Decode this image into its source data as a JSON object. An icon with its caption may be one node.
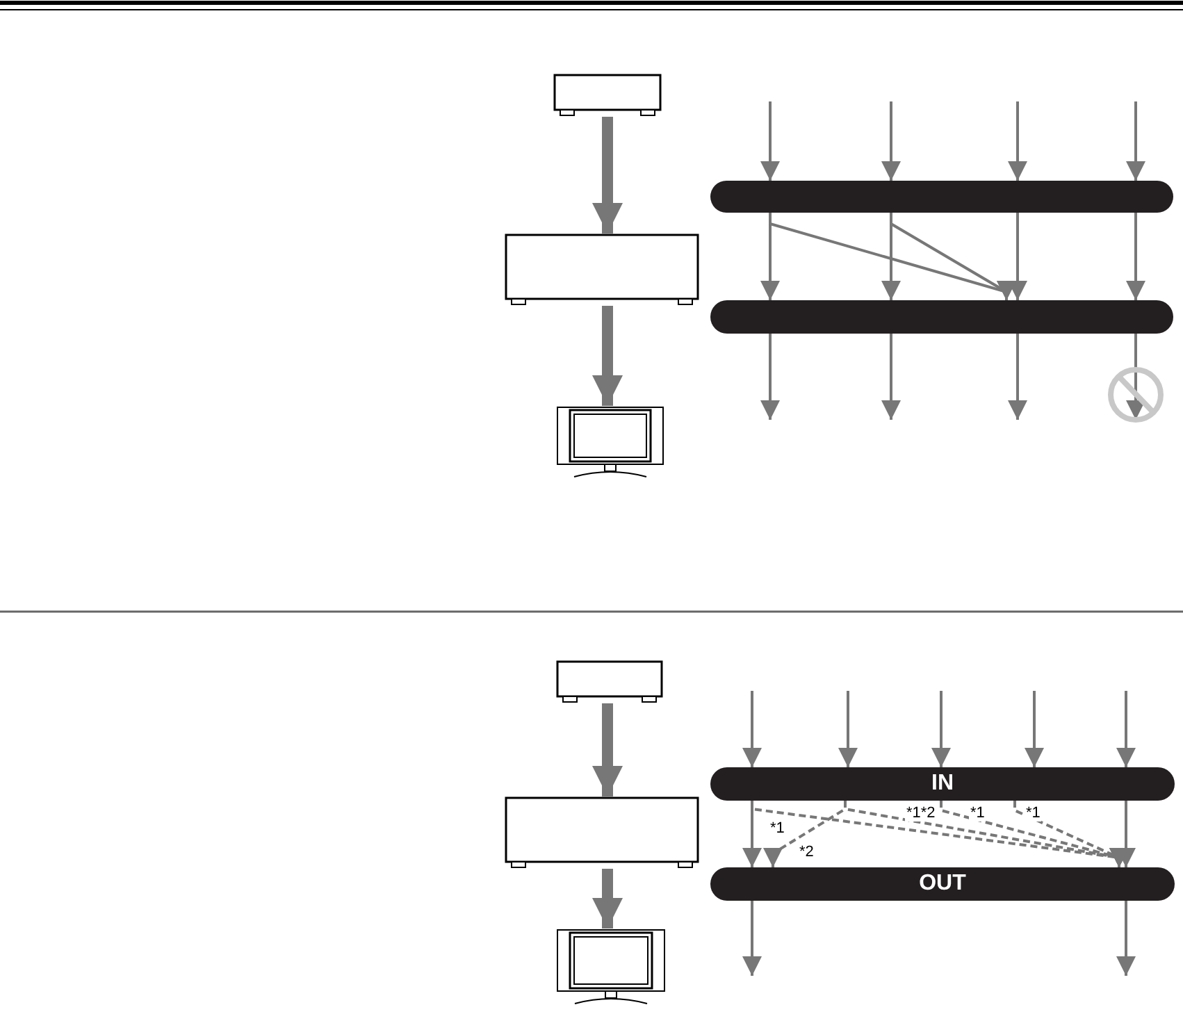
{
  "diagram": {
    "nodes": [
      {
        "text": [],
        "shape": "box"
      },
      {
        "text": [],
        "shape": "box"
      },
      {
        "text": [],
        "shape": "screen"
      },
      {
        "text": [],
        "shape": "bar"
      },
      {
        "text": [],
        "shape": "bar"
      },
      {
        "text": [],
        "shape": "box"
      },
      {
        "text": [],
        "shape": "box"
      },
      {
        "text": [],
        "shape": "screen"
      },
      {
        "text": [
          "IN"
        ]
      },
      {
        "text": [
          "OUT"
        ]
      }
    ],
    "edges": [
      {
        "from": 0,
        "to": 1,
        "arrow": "to",
        "style": "thick"
      },
      {
        "from": 1,
        "to": 2,
        "arrow": "to",
        "style": "thick"
      },
      {
        "from": null,
        "to": 3,
        "arrow": "to"
      },
      {
        "from": null,
        "to": 3,
        "arrow": "to"
      },
      {
        "from": null,
        "to": 3,
        "arrow": "to"
      },
      {
        "from": null,
        "to": 3,
        "arrow": "to"
      },
      {
        "from": 3,
        "to": 4,
        "arrow": "to"
      },
      {
        "from": 3,
        "to": 4,
        "arrow": "to"
      },
      {
        "from": 3,
        "to": 4,
        "arrow": "to"
      },
      {
        "from": 3,
        "to": 4,
        "arrow": "to"
      },
      {
        "from": 3,
        "to": 4,
        "arrow": "to"
      },
      {
        "from": 3,
        "to": 4,
        "arrow": "to"
      },
      {
        "from": 4,
        "to": null,
        "arrow": "to"
      },
      {
        "from": 4,
        "to": null,
        "arrow": "to"
      },
      {
        "from": 4,
        "to": null,
        "arrow": "to"
      },
      {
        "from": 4,
        "to": null,
        "arrow": "to"
      },
      {
        "from": 5,
        "to": 6,
        "arrow": "to",
        "style": "thick"
      },
      {
        "from": 6,
        "to": 7,
        "arrow": "to",
        "style": "thick"
      },
      {
        "from": null,
        "to": 8,
        "arrow": "to"
      },
      {
        "from": null,
        "to": 8,
        "arrow": "to"
      },
      {
        "from": null,
        "to": 8,
        "arrow": "to"
      },
      {
        "from": null,
        "to": 8,
        "arrow": "to"
      },
      {
        "from": null,
        "to": 8,
        "arrow": "to"
      },
      {
        "from": 8,
        "to": 9,
        "arrow": "to"
      },
      {
        "from": 8,
        "to": 9,
        "arrow": "to"
      },
      {
        "from": 8,
        "to": 9,
        "arrow": "to",
        "style": "dashed",
        "label": "*1"
      },
      {
        "from": 8,
        "to": 9,
        "arrow": "to",
        "style": "dashed",
        "label": "*2"
      },
      {
        "from": 8,
        "to": 9,
        "arrow": "to",
        "style": "dashed",
        "label": "*1*2"
      },
      {
        "from": 8,
        "to": 9,
        "arrow": "to",
        "style": "dashed",
        "label": "*1"
      },
      {
        "from": 8,
        "to": 9,
        "arrow": "to",
        "style": "dashed",
        "label": "*1"
      },
      {
        "from": 9,
        "to": null,
        "arrow": "to"
      },
      {
        "from": 9,
        "to": null,
        "arrow": "to"
      }
    ]
  }
}
